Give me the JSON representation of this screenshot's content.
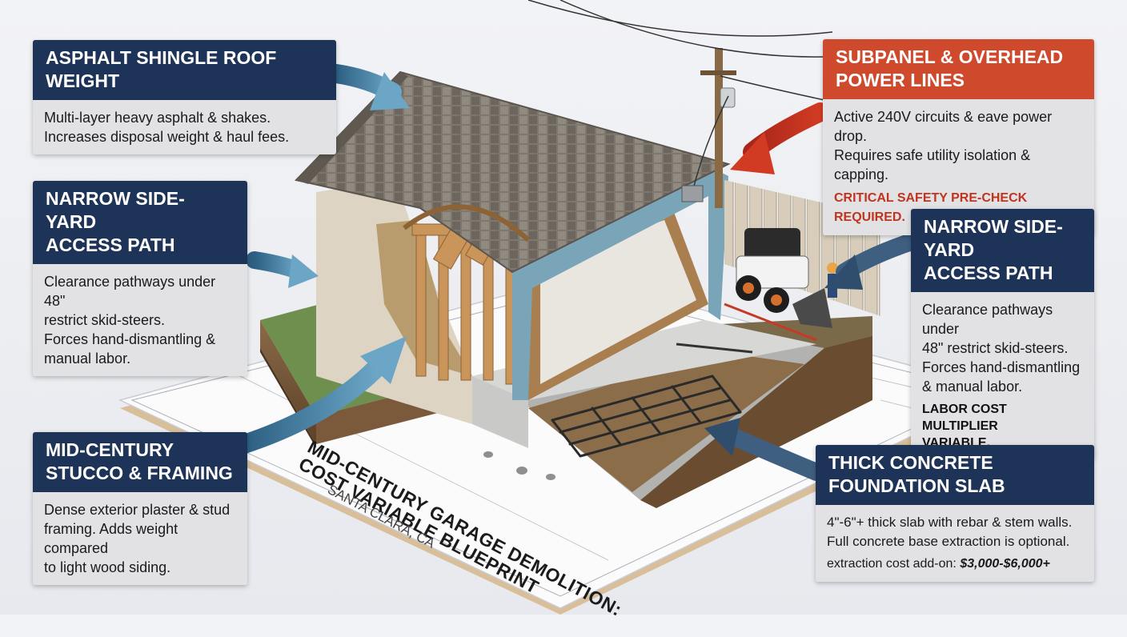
{
  "callouts": {
    "roof": {
      "title": "ASPHALT SHINGLE ROOF WEIGHT",
      "lines": [
        "Multi-layer heavy asphalt & shakes.",
        "Increases disposal weight & haul fees."
      ]
    },
    "power": {
      "title_lines": [
        "SUBPANEL & OVERHEAD",
        "POWER LINES"
      ],
      "lines": [
        "Active 240V circuits & eave power drop.",
        "Requires safe utility isolation & capping."
      ],
      "warning": "CRITICAL SAFETY PRE-CHECK REQUIRED."
    },
    "access_left": {
      "title_lines": [
        "NARROW SIDE-YARD",
        "ACCESS PATH"
      ],
      "lines": [
        "Clearance pathways under 48\"",
        "restrict skid-steers.",
        "Forces hand-dismantling &",
        "manual labor."
      ]
    },
    "access_right": {
      "title_lines": [
        "NARROW SIDE-YARD",
        "ACCESS PATH"
      ],
      "lines": [
        "Clearance pathways under",
        "48\" restrict skid-steers.",
        "Forces hand-dismantling",
        "& manual labor."
      ],
      "note_lines": [
        "LABOR COST MULTIPLIER",
        "VARIABLE."
      ]
    },
    "stucco": {
      "title_lines": [
        "MID-CENTURY",
        "STUCCO & FRAMING"
      ],
      "lines": [
        "Dense exterior plaster & stud",
        "framing. Adds weight compared",
        "to light wood siding."
      ]
    },
    "slab": {
      "title_lines": [
        "THICK CONCRETE",
        "FOUNDATION SLAB"
      ],
      "lines": [
        "4\"-6\"+ thick slab with rebar & stem walls.",
        "Full concrete base extraction is optional."
      ],
      "cost_label": "extraction cost add-on:",
      "cost_value": "$3,000-$6,000+"
    }
  },
  "blueprint": {
    "title_lines": [
      "MID-CENTURY GARAGE DEMOLITION:",
      "COST VARIABLE BLUEPRINT"
    ],
    "location": "SANTA CLARA, CA"
  },
  "colors": {
    "navy": "#1e3358",
    "red_header": "#cf4a2c",
    "warning_red": "#c0341e",
    "arrow_blue": "#3f7fa3",
    "arrow_red": "#c8321f"
  }
}
